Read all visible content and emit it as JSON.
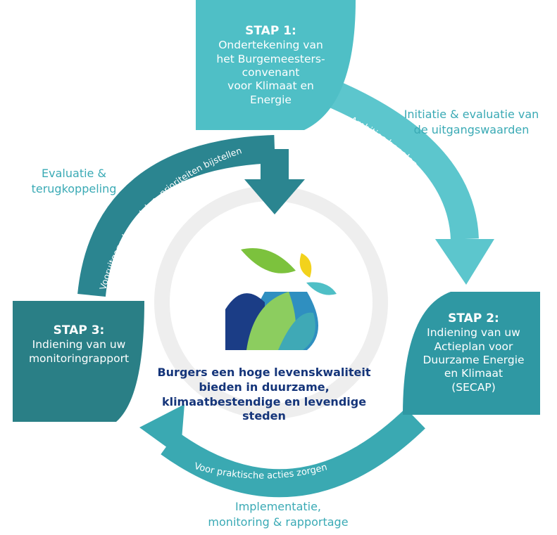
{
  "steps": [
    {
      "title": "STAP 1:",
      "body": "Ondertekening van\nhet Burgemeesters-\nconvenant\nvoor Klimaat en\nEnergie"
    },
    {
      "title": "STAP 2:",
      "body": "Indiening van uw\nActieplan voor\nDuurzame Energie\nen Klimaat\n(SECAP)"
    },
    {
      "title": "STAP 3:",
      "body": "Indiening van uw\nmonitoringrapport"
    }
  ],
  "phases": {
    "initiation": "Initiatie & evaluatie van\nde uitgangswaarden",
    "evaluation": "Evaluatie &\nterugkoppeling",
    "implementation": "Implementatie,\nmonitoring & rapportage"
  },
  "arrow_labels": {
    "right": "Ambities bepalen",
    "bottom": "Voor praktische acties zorgen",
    "left": "Vooruitgang beoordelen, prioriteiten bijstellen"
  },
  "center_text": "Burgers een hoge levenskwaliteit\nbieden in duurzame,\nklimaatbestendige en levendige\nsteden",
  "colors": {
    "step1": "#4fbfc6",
    "step2": "#2f98a3",
    "step3": "#2a7f86",
    "arrow_light": "#5cc6cd",
    "arrow_mid": "#3aa9b2",
    "arrow_dark": "#2b8590",
    "phase_text": "#3aaab5",
    "center_text": "#15357a"
  }
}
